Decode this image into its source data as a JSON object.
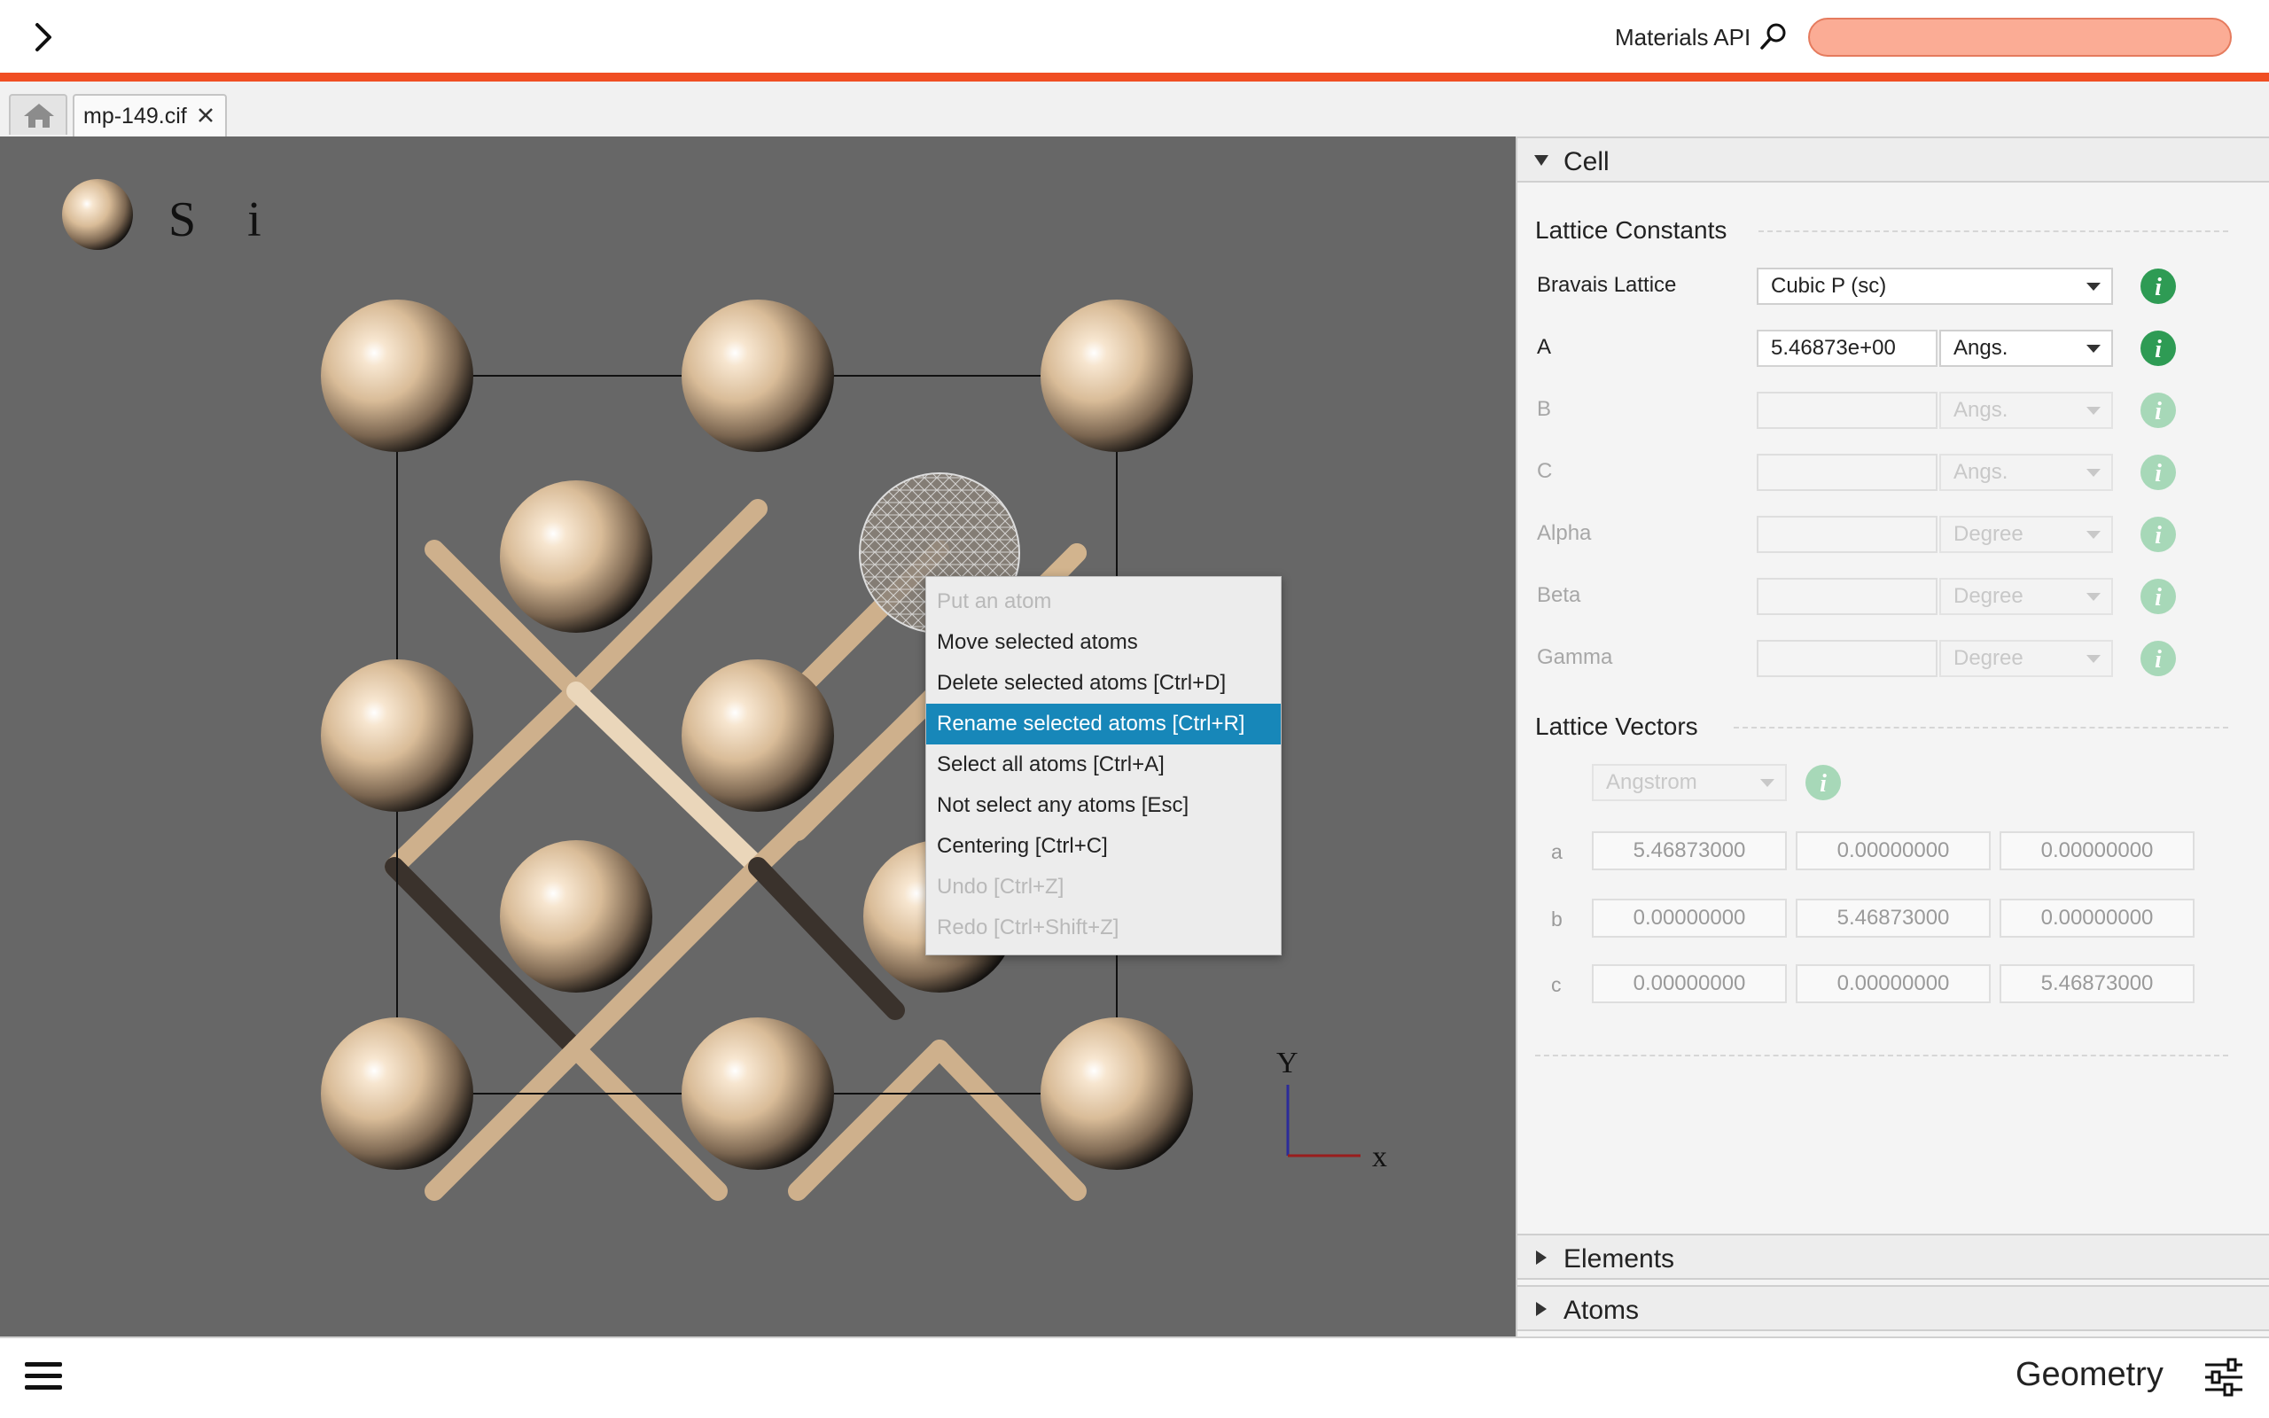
{
  "topbar": {
    "api_label": "Materials API",
    "search_placeholder": "",
    "accent_color": "#f04e23"
  },
  "tabs": {
    "file_tab_label": "mp-149.cif",
    "close_symbol": "✕"
  },
  "viewport": {
    "legend_element": "S i",
    "axis_y": "Y",
    "axis_x": "x",
    "background_color": "#676767",
    "atom_color": "#e2c6a4"
  },
  "context_menu": {
    "items": [
      {
        "label": "Put an atom",
        "enabled": false,
        "highlighted": false
      },
      {
        "label": "Move selected atoms",
        "enabled": true,
        "highlighted": false
      },
      {
        "label": "Delete selected atoms [Ctrl+D]",
        "enabled": true,
        "highlighted": false
      },
      {
        "label": "Rename selected atoms [Ctrl+R]",
        "enabled": true,
        "highlighted": true
      },
      {
        "label": "Select all atoms [Ctrl+A]",
        "enabled": true,
        "highlighted": false
      },
      {
        "label": "Not select any atoms [Esc]",
        "enabled": true,
        "highlighted": false
      },
      {
        "label": "Centering [Ctrl+C]",
        "enabled": true,
        "highlighted": false
      },
      {
        "label": "Undo [Ctrl+Z]",
        "enabled": false,
        "highlighted": false
      },
      {
        "label": "Redo [Ctrl+Shift+Z]",
        "enabled": false,
        "highlighted": false
      }
    ],
    "highlight_color": "#1787b9"
  },
  "panel": {
    "cell_title": "Cell",
    "lattice_constants_title": "Lattice Constants",
    "bravais": {
      "label": "Bravais Lattice",
      "value": "Cubic P (sc)"
    },
    "params": [
      {
        "label": "A",
        "value": "5.46873e+00",
        "unit": "Angs.",
        "enabled": true
      },
      {
        "label": "B",
        "value": "",
        "unit": "Angs.",
        "enabled": false
      },
      {
        "label": "C",
        "value": "",
        "unit": "Angs.",
        "enabled": false
      },
      {
        "label": "Alpha",
        "value": "",
        "unit": "Degree",
        "enabled": false
      },
      {
        "label": "Beta",
        "value": "",
        "unit": "Degree",
        "enabled": false
      },
      {
        "label": "Gamma",
        "value": "",
        "unit": "Degree",
        "enabled": false
      }
    ],
    "lattice_vectors_title": "Lattice Vectors",
    "vector_unit": "Angstrom",
    "vectors": [
      {
        "label": "a",
        "values": [
          "5.46873000",
          "0.00000000",
          "0.00000000"
        ]
      },
      {
        "label": "b",
        "values": [
          "0.00000000",
          "5.46873000",
          "0.00000000"
        ]
      },
      {
        "label": "c",
        "values": [
          "0.00000000",
          "0.00000000",
          "5.46873000"
        ]
      }
    ],
    "elements_title": "Elements",
    "atoms_title": "Atoms",
    "info_color": "#2e9b54"
  },
  "bottombar": {
    "mode_label": "Geometry"
  }
}
